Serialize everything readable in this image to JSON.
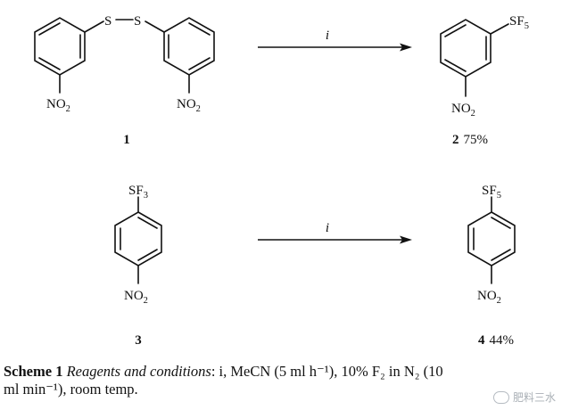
{
  "compounds": {
    "c1": {
      "number": "1",
      "bridge_atoms": [
        "S",
        "S"
      ],
      "left_substituent": {
        "main": "NO",
        "sub": "2"
      },
      "right_substituent": {
        "main": "NO",
        "sub": "2"
      }
    },
    "c2": {
      "number": "2",
      "yield": "75%",
      "top_group": {
        "main": "SF",
        "sub": "5"
      },
      "bottom_group": {
        "main": "NO",
        "sub": "2"
      }
    },
    "c3": {
      "number": "3",
      "top_group": {
        "main": "SF",
        "sub": "3"
      },
      "bottom_group": {
        "main": "NO",
        "sub": "2"
      }
    },
    "c4": {
      "number": "4",
      "yield": "44%",
      "top_group": {
        "main": "SF",
        "sub": "5"
      },
      "bottom_group": {
        "main": "NO",
        "sub": "2"
      }
    }
  },
  "arrows": [
    {
      "label": "i"
    },
    {
      "label": "i"
    }
  ],
  "caption": {
    "scheme_label": "Scheme 1",
    "heading": "Reagents and conditions",
    "text_line1": ": i, MeCN (5 ml h⁻¹), 10% F₂ in N₂ (10",
    "text_line2": "ml min⁻¹), room temp."
  },
  "watermark": {
    "text": "肥料三水"
  }
}
